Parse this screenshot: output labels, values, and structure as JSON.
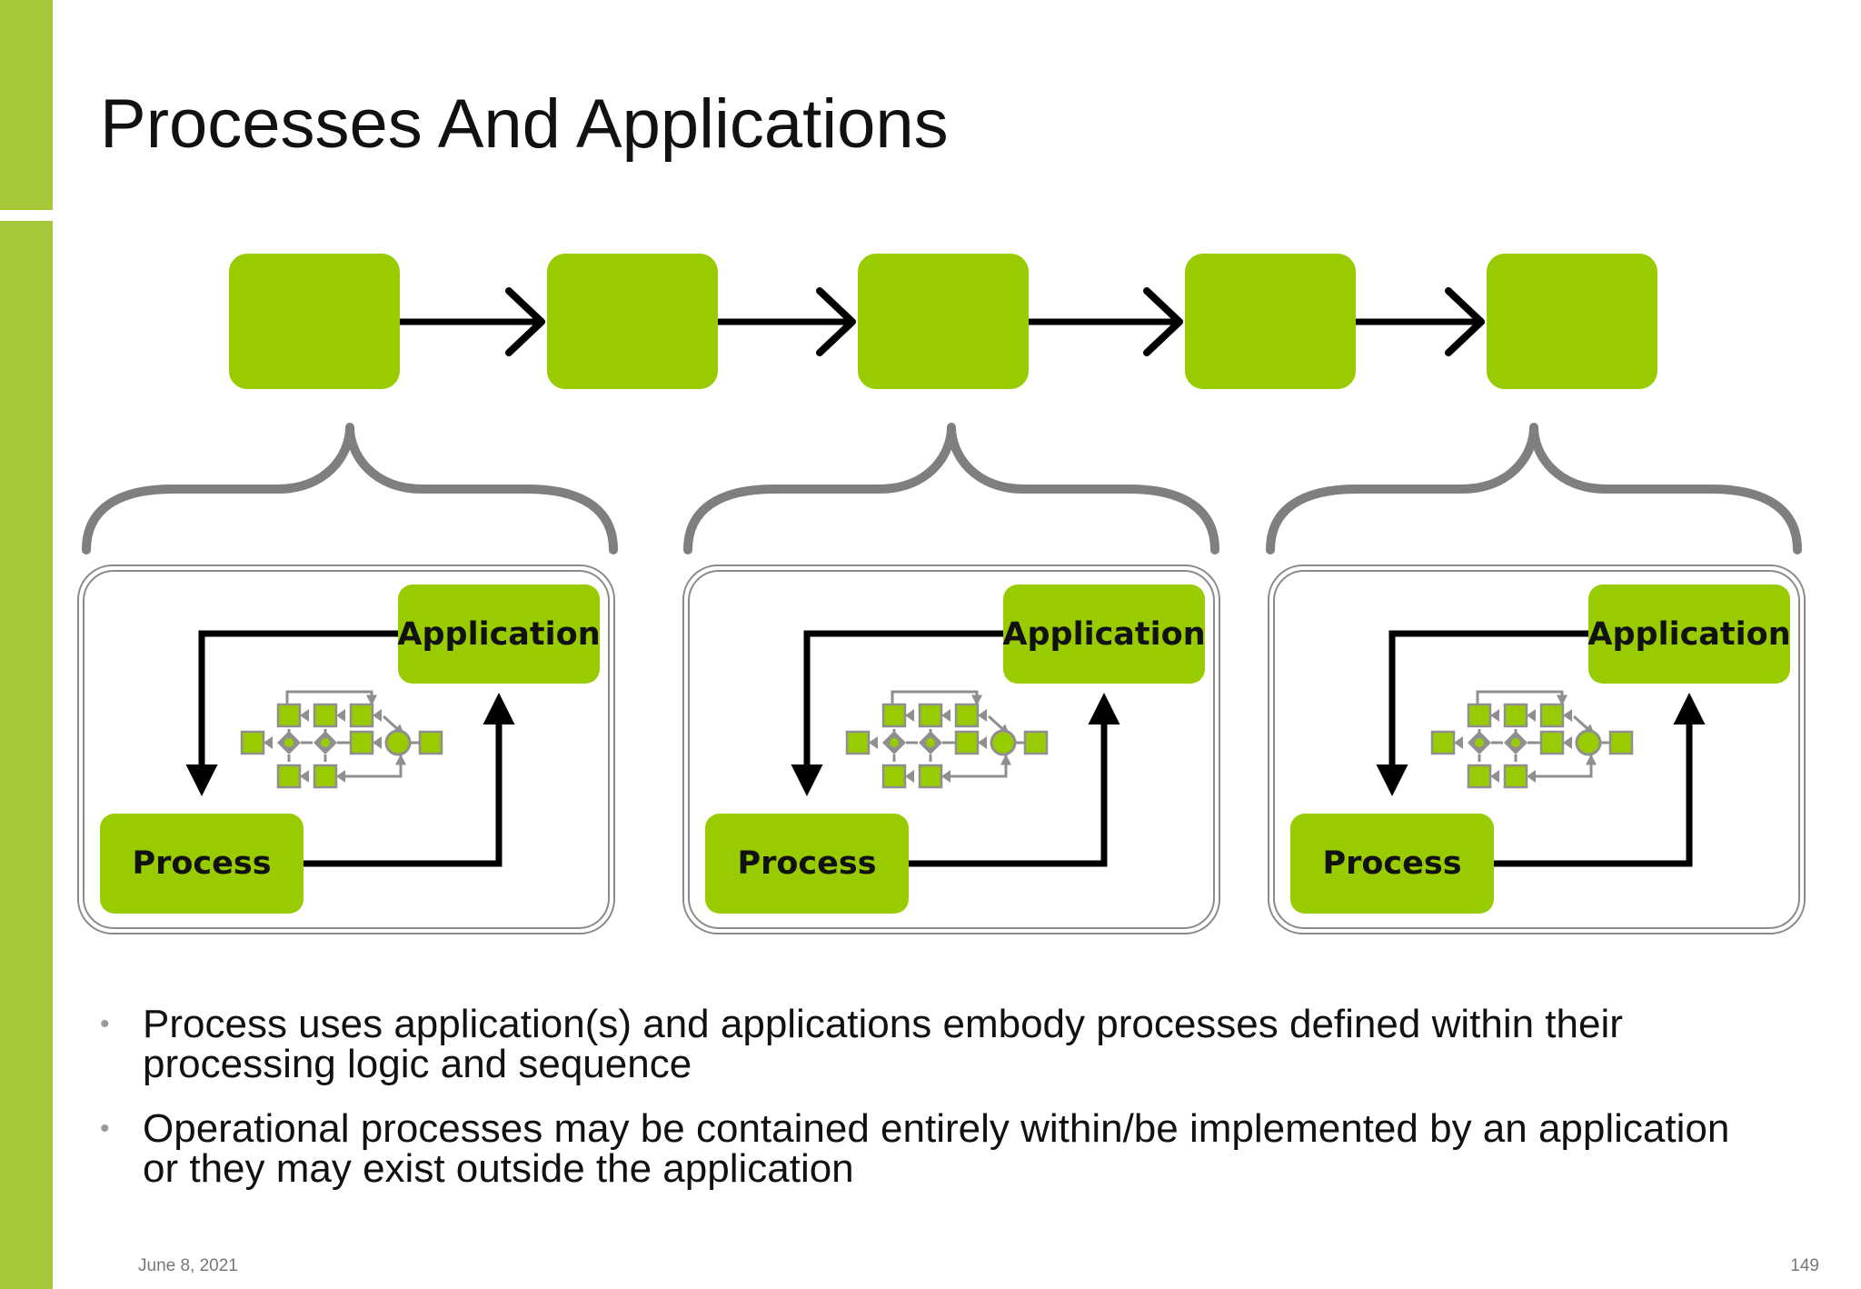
{
  "slide": {
    "title": "Processes And Applications",
    "accent_color": "#99cc00",
    "sidebar_color": "#a6c93a",
    "bullet_color": "#9a9a9a"
  },
  "diagram": {
    "top_chain": {
      "step_count": 5,
      "box_color": "#99cc00",
      "arrow_color": "#000000"
    },
    "brace_color": "#7f7f7f",
    "panels": [
      {
        "application_label": "Application",
        "process_label": "Process"
      },
      {
        "application_label": "Application",
        "process_label": "Process"
      },
      {
        "application_label": "Application",
        "process_label": "Process"
      }
    ]
  },
  "bullets": [
    {
      "text": "Process uses application(s) and applications embody processes defined within their processing logic and sequence"
    },
    {
      "text": "Operational processes may be contained entirely within/be implemented by an application or they may exist outside the application"
    }
  ],
  "footer": {
    "date": "June 8, 2021",
    "page_number": "149"
  }
}
